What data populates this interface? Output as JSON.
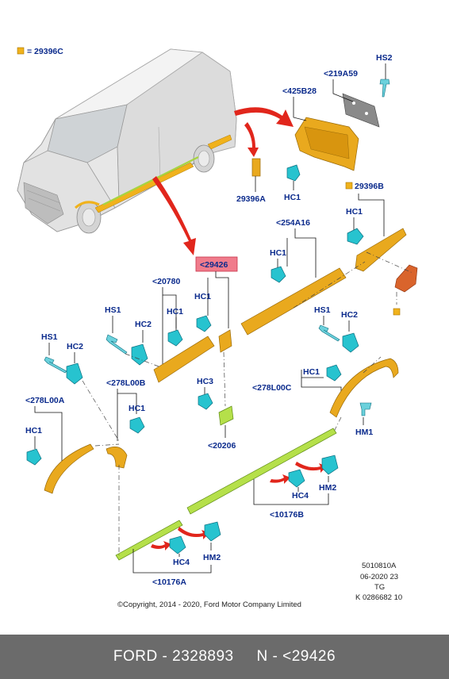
{
  "legend": {
    "swatch_color": "#f0b21c",
    "text": "= 29396C"
  },
  "labels": {
    "l219a59": "<219A59",
    "hs2_top": "HS2",
    "l425b28": "<425B28",
    "l29396a": "29396A",
    "hc1_top": "HC1",
    "l29396b": "29396B",
    "hc1_b": "HC1",
    "l254a16": "<254A16",
    "hc1_c": "HC1",
    "l29426": "<29426",
    "l20780": "<20780",
    "hc1_d": "HC1",
    "hs1_a": "HS1",
    "hc2_a": "HC2",
    "hc1_e": "HC1",
    "hs1_b": "HS1",
    "hc2_b": "HC2",
    "hs1_c": "HS1",
    "hc2_c": "HC2",
    "hc1_f": "HC1",
    "l278l00c": "<278L00C",
    "l278l00b": "<278L00B",
    "hc1_g": "HC1",
    "hc3": "HC3",
    "l278l00a": "<278L00A",
    "hc1_h": "HC1",
    "hm1": "HM1",
    "l20206": "<20206",
    "hc4_a": "HC4",
    "hm2_a": "HM2",
    "l10176b": "<10176B",
    "hc4_b": "HC4",
    "hm2_b": "HM2",
    "l10176a": "<10176A"
  },
  "meta": {
    "code": "5010810A",
    "date": "06-2020 23",
    "tg": "TG",
    "ref": "K 0286682 10",
    "copyright": "©Copyright, 2014 - 2020, Ford Motor Company Limited"
  },
  "highlight_color": "#f07c8c",
  "footer": {
    "brand_part": "FORD - 2328893",
    "n_part": "N - <29426"
  }
}
